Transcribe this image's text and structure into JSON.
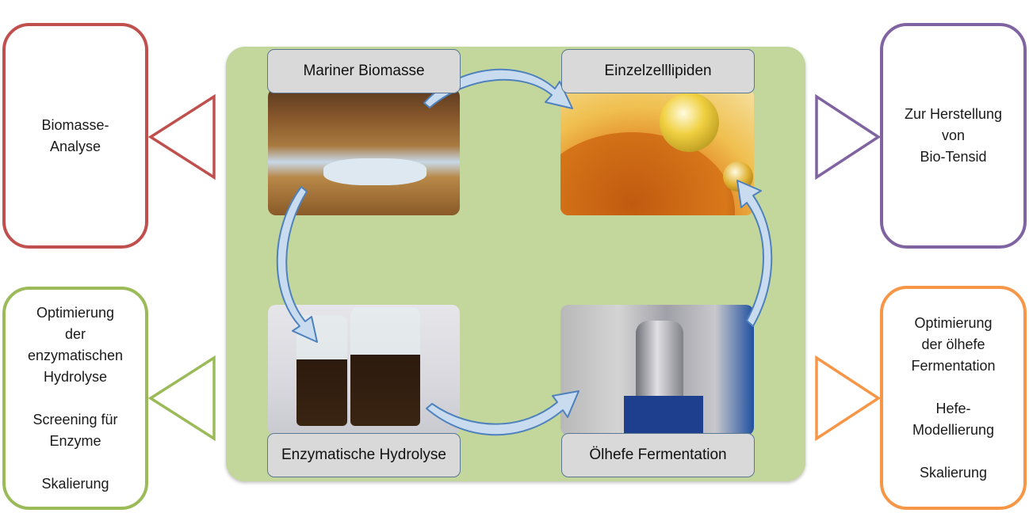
{
  "center": {
    "biomass_label": "Mariner Biomasse",
    "lipid_label": "Einzelzelllipiden",
    "hydrolysis_label": "Enzymatische Hydrolyse",
    "fermentation_label": "Ölhefe Fermentation"
  },
  "boxes": {
    "analysis": {
      "lines": [
        "Biomasse-",
        "Analyse"
      ]
    },
    "hydrolysis_opt": {
      "groups": [
        [
          "Optimierung",
          "der",
          "enzymatischen",
          "Hydrolyse"
        ],
        [
          "Screening für",
          "Enzyme"
        ],
        [
          "Skalierung"
        ]
      ]
    },
    "biotensid": {
      "lines": [
        "Zur Herstellung",
        "von",
        "Bio-Tensid"
      ]
    },
    "fermentation_opt": {
      "groups": [
        [
          "Optimierung",
          "der ölhefe",
          "Fermentation"
        ],
        [
          "Hefe-",
          "Modellierung"
        ],
        [
          "Skalierung"
        ]
      ]
    }
  },
  "colors": {
    "analysis": "#c0504d",
    "hydrolysis_opt": "#9bbb59",
    "biotensid": "#8064a2",
    "fermentation_opt": "#f79646",
    "panel": "#c3d69b",
    "arrow_fill": "#c9dcef",
    "arrow_stroke": "#4f81bd"
  }
}
